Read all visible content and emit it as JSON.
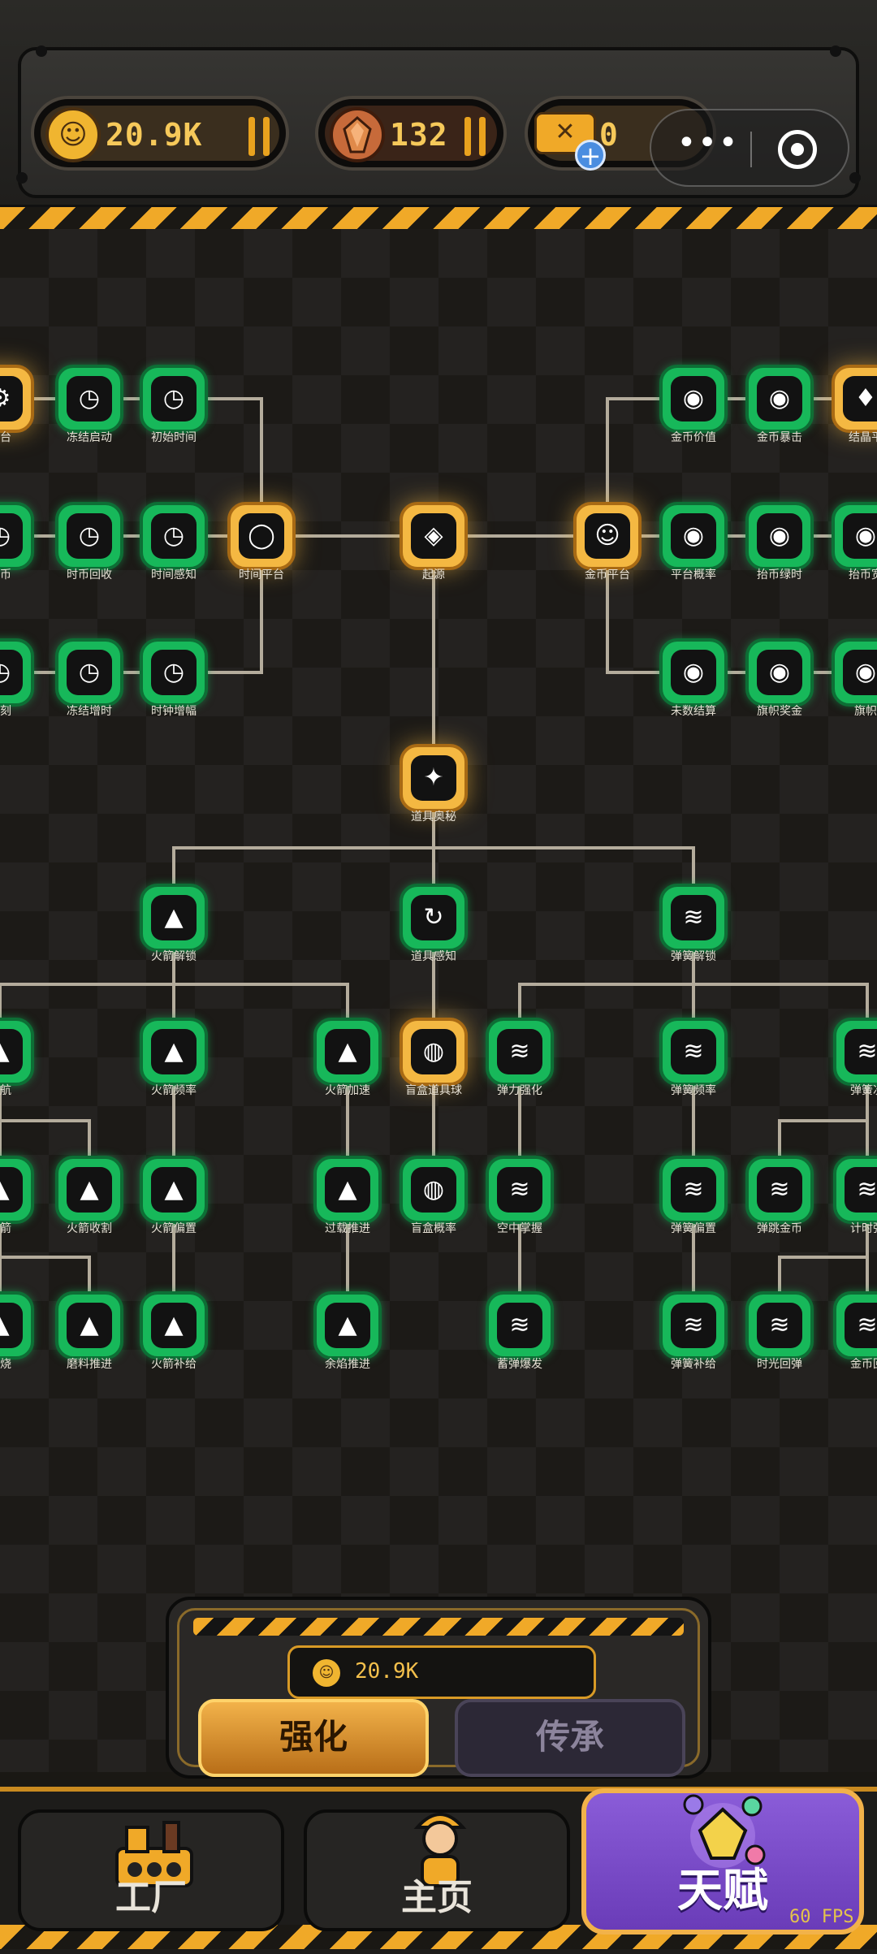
{
  "header": {
    "coins": "20.9K",
    "gems": "132",
    "tickets": "0",
    "menu_more": "•••"
  },
  "tree": {
    "labels": {
      "n1": "平台",
      "n2": "冻结启动",
      "n3": "初始时间",
      "n4": "铸币",
      "n5": "时币回收",
      "n6": "时间感知",
      "n7": "时间平台",
      "n8": "起源",
      "n9": "时刻",
      "n10": "冻结增时",
      "n11": "时钟增幅",
      "n12": "金币价值",
      "n13": "金币暴击",
      "n14": "结晶平",
      "n15": "金币平台",
      "n16": "平台概率",
      "n17": "抬币绿时",
      "n18": "抬币宽",
      "n19": "未数结算",
      "n20": "旗帜奖金",
      "n21": "旗帜",
      "n22": "道具奥秘",
      "n23": "火箭解锁",
      "n24": "道具感知",
      "n25": "弹簧解锁",
      "n26": "续航",
      "n27": "火箭频率",
      "n28": "火箭加速",
      "n29": "盲盒道具球",
      "n30": "弹力强化",
      "n31": "弹簧频率",
      "n32": "弹簧次",
      "n33": "火箭",
      "n34": "火箭收割",
      "n35": "火箭偏置",
      "n36": "过载推进",
      "n37": "盲盒概率",
      "n38": "空中掌握",
      "n39": "弹簧偏置",
      "n40": "弹跳金币",
      "n41": "计时弹",
      "n42": "燃烧",
      "n43": "磨料推进",
      "n44": "火箭补给",
      "n45": "余焰推进",
      "n46": "蓄弹爆发",
      "n47": "弹簧补给",
      "n48": "时光回弹",
      "n49": "金币回"
    }
  },
  "panel": {
    "cost": "20.9K",
    "upgrade_label": "强化",
    "inherit_label": "传承"
  },
  "nav": {
    "factory": "工厂",
    "home": "主页",
    "talent": "天赋"
  },
  "fps": "60 FPS"
}
